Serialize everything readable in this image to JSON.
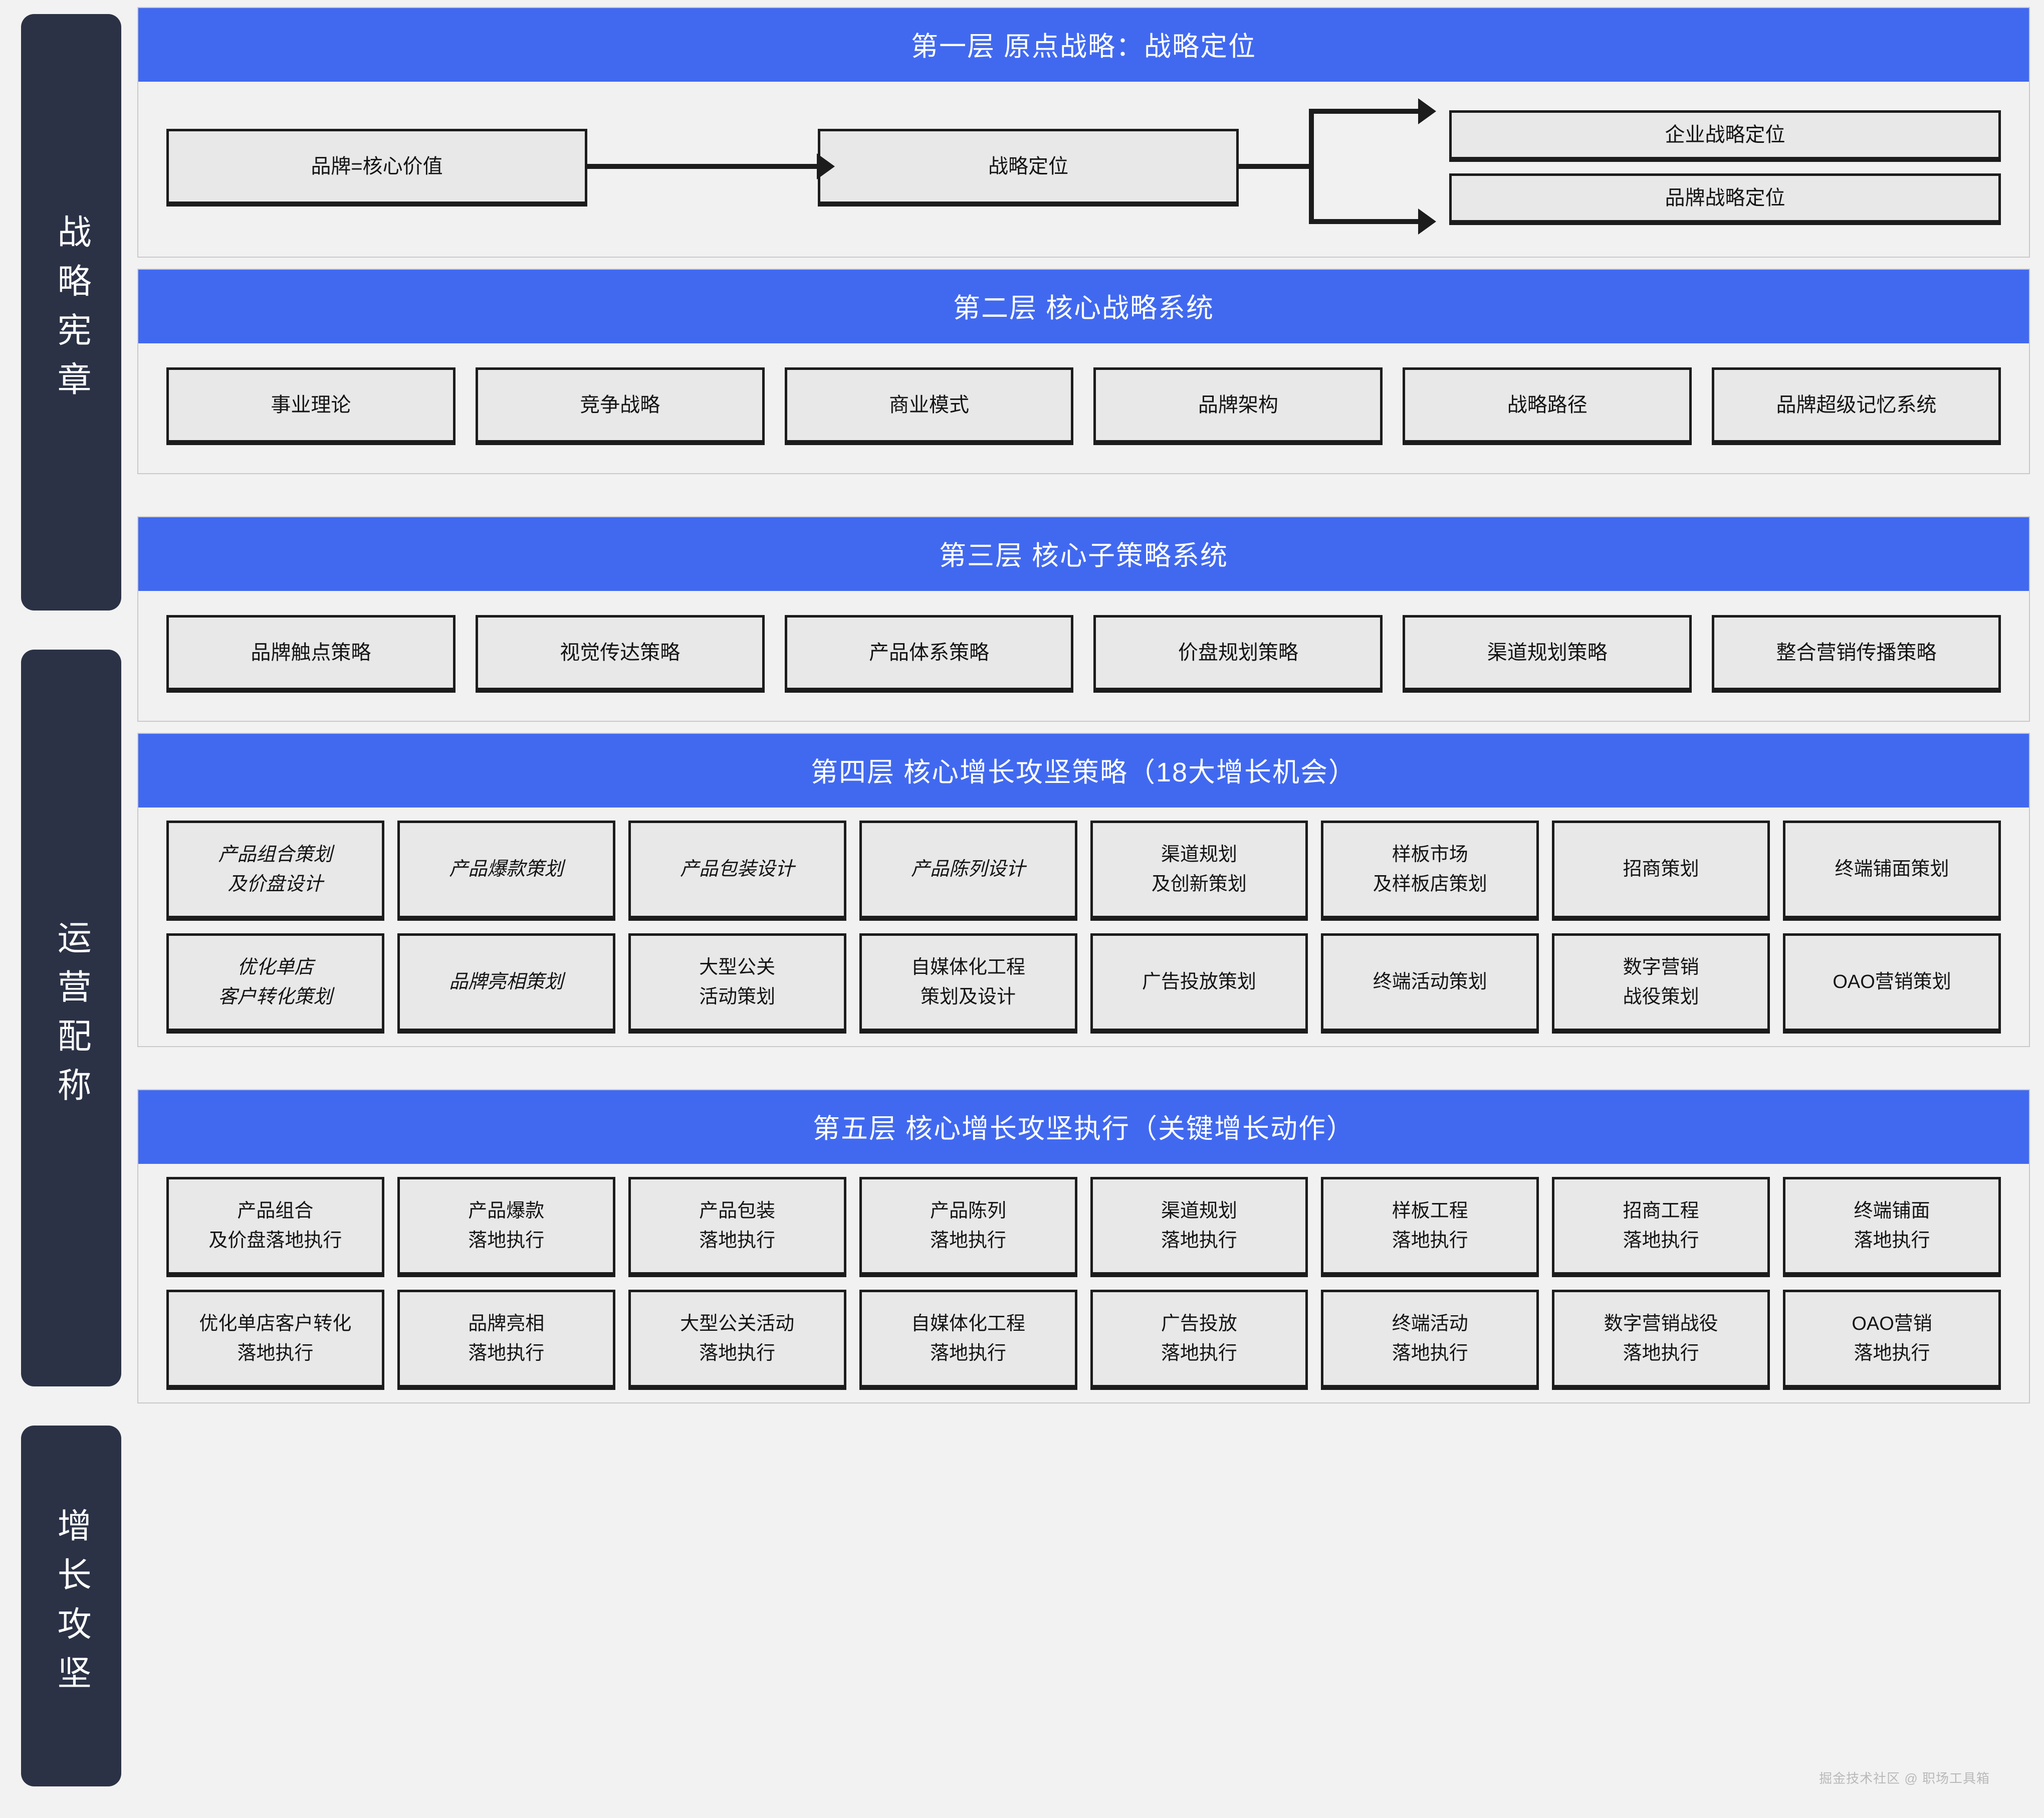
{
  "rail": {
    "items": [
      {
        "label": "战略宪章"
      },
      {
        "label": "运营配称"
      },
      {
        "label": "增长攻坚"
      }
    ]
  },
  "colors": {
    "header_blue": "#4169f0",
    "rail_navy": "#2b3246",
    "box_fill": "#e8e8e8",
    "box_border": "#1c1c1c",
    "page_bg": "#f2f2f2"
  },
  "layers": [
    {
      "id": "layer-1",
      "title": "第一层 原点战略：战略定位",
      "type": "flow",
      "flow": {
        "source": "品牌=核心价值",
        "middle": "战略定位",
        "targets": [
          "企业战略定位",
          "品牌战略定位"
        ]
      }
    },
    {
      "id": "layer-2",
      "title": "第二层 核心战略系统",
      "type": "row",
      "boxes": [
        "事业理论",
        "竞争战略",
        "商业模式",
        "品牌架构",
        "战略路径",
        "品牌超级记忆系统"
      ]
    },
    {
      "id": "layer-3",
      "title": "第三层 核心子策略系统",
      "type": "row",
      "boxes": [
        "品牌触点策略",
        "视觉传达策略",
        "产品体系策略",
        "价盘规划策略",
        "渠道规划策略",
        "整合营销传播策略"
      ]
    },
    {
      "id": "layer-4",
      "title": "第四层 核心增长攻坚策略（18大增长机会）",
      "type": "grid",
      "boxes": [
        [
          "产品组合策划",
          "及价盘设计"
        ],
        [
          "产品爆款策划"
        ],
        [
          "产品包装设计"
        ],
        [
          "产品陈列设计"
        ],
        [
          "渠道规划",
          "及创新策划"
        ],
        [
          "样板市场",
          "及样板店策划"
        ],
        [
          "招商策划"
        ],
        [
          "终端铺面策划"
        ],
        [
          "优化单店",
          "客户转化策划"
        ],
        [
          "品牌亮相策划"
        ],
        [
          "大型公关",
          "活动策划"
        ],
        [
          "自媒体化工程",
          "策划及设计"
        ],
        [
          "广告投放策划"
        ],
        [
          "终端活动策划"
        ],
        [
          "数字营销",
          "战役策划"
        ],
        [
          "OAO营销策划"
        ]
      ]
    },
    {
      "id": "layer-5",
      "title": "第五层 核心增长攻坚执行（关键增长动作）",
      "type": "grid",
      "boxes": [
        [
          "产品组合",
          "及价盘落地执行"
        ],
        [
          "产品爆款",
          "落地执行"
        ],
        [
          "产品包装",
          "落地执行"
        ],
        [
          "产品陈列",
          "落地执行"
        ],
        [
          "渠道规划",
          "落地执行"
        ],
        [
          "样板工程",
          "落地执行"
        ],
        [
          "招商工程",
          "落地执行"
        ],
        [
          "终端铺面",
          "落地执行"
        ],
        [
          "优化单店客户转化",
          "落地执行"
        ],
        [
          "品牌亮相",
          "落地执行"
        ],
        [
          "大型公关活动",
          "落地执行"
        ],
        [
          "自媒体化工程",
          "落地执行"
        ],
        [
          "广告投放",
          "落地执行"
        ],
        [
          "终端活动",
          "落地执行"
        ],
        [
          "数字营销战役",
          "落地执行"
        ],
        [
          "OAO营销",
          "落地执行"
        ]
      ]
    }
  ],
  "watermark": "掘金技术社区 @ 职场工具箱"
}
